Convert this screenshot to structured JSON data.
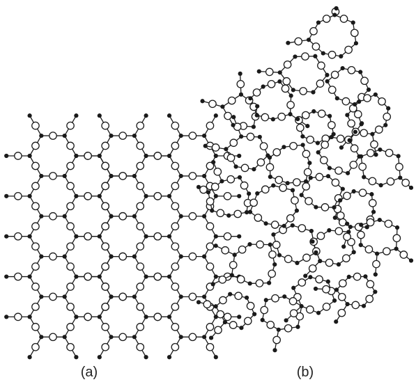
{
  "figure": {
    "labels": {
      "a": "(a)",
      "b": "(b)"
    },
    "colors": {
      "stroke": "#1a1a1a",
      "si_atom": "#1a1a1a",
      "o_atom_fill": "#ffffff",
      "background": "#ffffff"
    },
    "panel_a": {
      "rows": 5,
      "cols": 3,
      "pattern": "ordered-hexagonal-network"
    },
    "panel_b": {
      "pattern": "random-ring-network"
    }
  }
}
